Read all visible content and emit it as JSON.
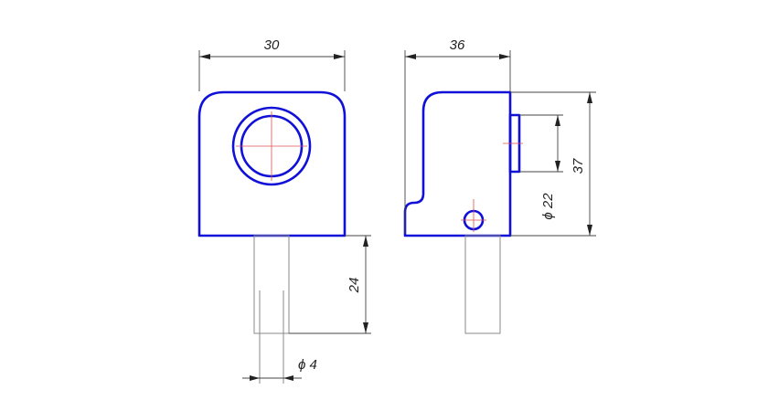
{
  "dimensions": {
    "front_width": "30",
    "side_width": "36",
    "overall_height": "37",
    "hole_diameter": "ϕ 22",
    "shaft_length": "24",
    "shaft_diameter": "ϕ 4"
  },
  "colors": {
    "outline": "#1010d8",
    "centerline": "#e05050",
    "dimension": "#444444"
  }
}
